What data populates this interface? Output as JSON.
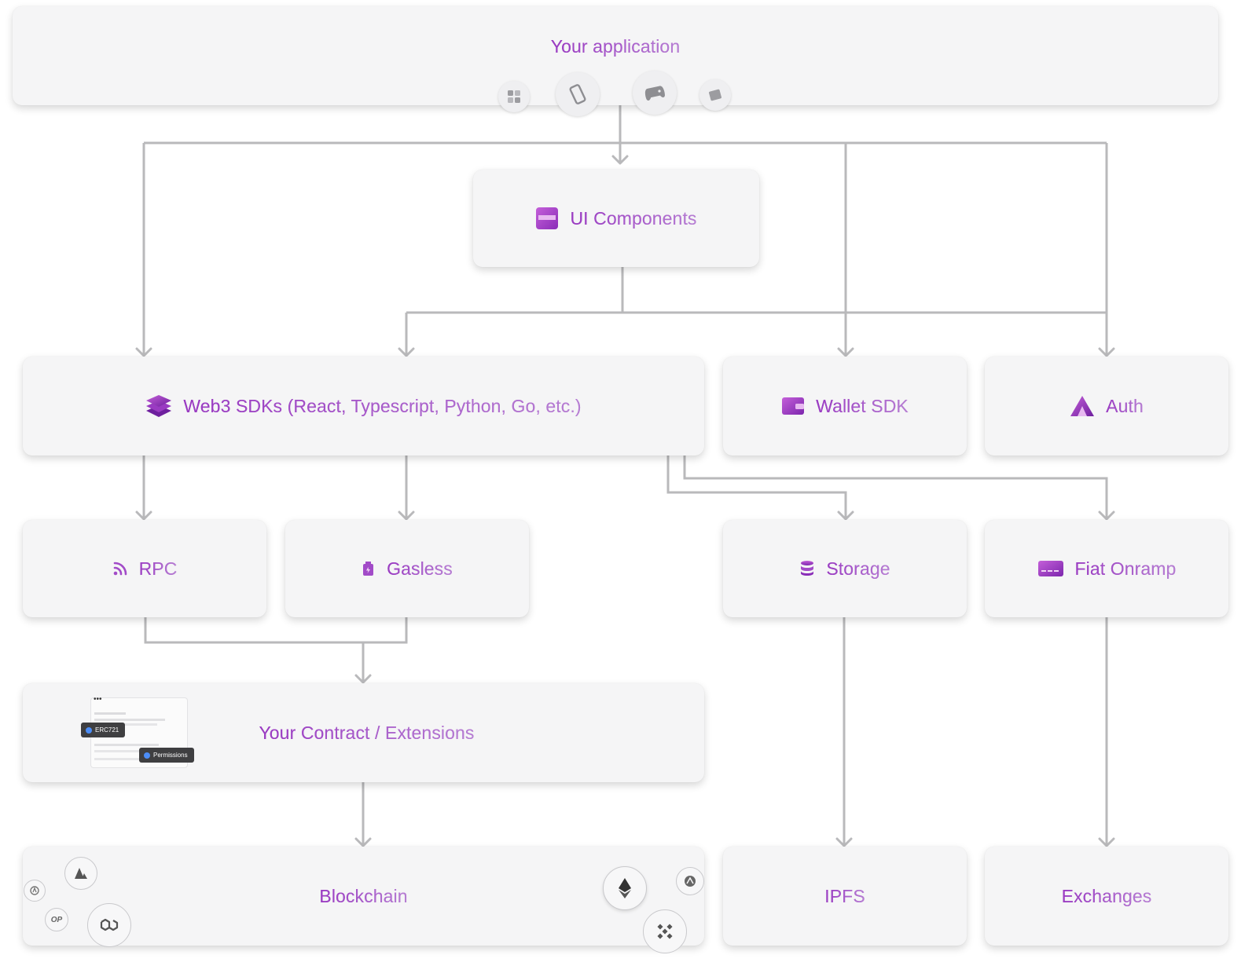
{
  "nodes": {
    "app": {
      "label": "Your application"
    },
    "ui_components": {
      "label": "UI Components",
      "icon": "ui-components-icon"
    },
    "web3_sdks": {
      "label": "Web3 SDKs (React, Typescript, Python, Go, etc.)",
      "icon": "layers-icon"
    },
    "wallet_sdk": {
      "label": "Wallet SDK",
      "icon": "wallet-icon"
    },
    "auth": {
      "label": "Auth",
      "icon": "auth-triangle-icon"
    },
    "rpc": {
      "label": "RPC",
      "icon": "rss-icon"
    },
    "gasless": {
      "label": "Gasless",
      "icon": "gas-pump-icon"
    },
    "storage": {
      "label": "Storage",
      "icon": "database-icon"
    },
    "fiat_onramp": {
      "label": "Fiat Onramp",
      "icon": "card-icon"
    },
    "contract": {
      "label": "Your Contract / Extensions",
      "badges": [
        "ERC721",
        "Permissions"
      ],
      "mock_dots": "•••"
    },
    "blockchain": {
      "label": "Blockchain"
    },
    "ipfs": {
      "label": "IPFS"
    },
    "exchanges": {
      "label": "Exchanges"
    }
  },
  "app_icons": [
    "grid-icon",
    "phone-icon",
    "gamepad-icon",
    "cards-icon"
  ],
  "chain_logos": [
    "avalanche-icon",
    "arbitrum-icon",
    "optimism-icon",
    "polygon-icon",
    "ethereum-icon",
    "fantom-icon",
    "bnb-icon"
  ],
  "chain_logo_text": {
    "optimism": "OP"
  },
  "colors": {
    "label_start": "#9a3bc2",
    "label_end": "#b77fd3",
    "connector": "#b9b9bb",
    "box": "#f5f5f6"
  }
}
